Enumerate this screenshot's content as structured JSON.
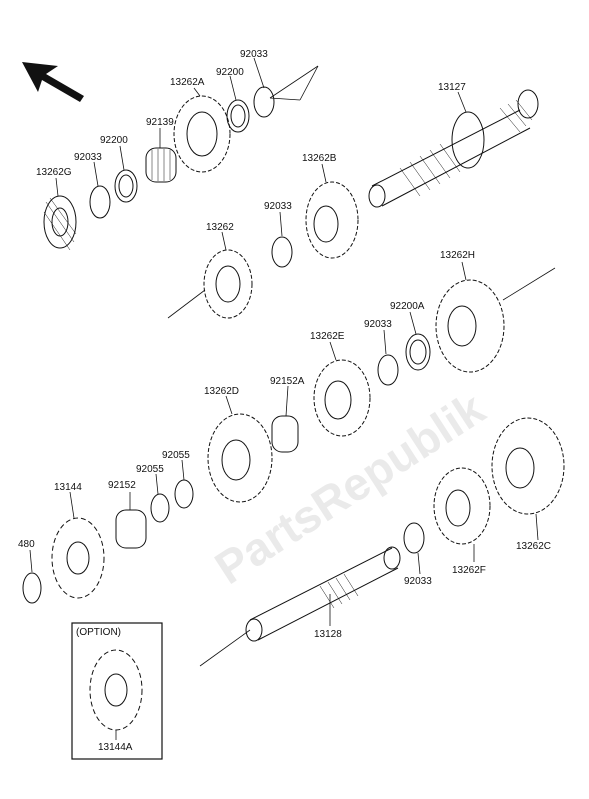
{
  "watermark": "PartsRepublik",
  "option_label": "(OPTION)",
  "labels": {
    "p92033_a": "92033",
    "p13262A": "13262A",
    "p92200_a": "92200",
    "p92139": "92139",
    "p92200_b": "92200",
    "p92033_b": "92033",
    "p13262G": "13262G",
    "p13127": "13127",
    "p13262B": "13262B",
    "p92033_c": "92033",
    "p13262": "13262",
    "p13262H": "13262H",
    "p92200A": "92200A",
    "p92033_d": "92033",
    "p13262E": "13262E",
    "p92152A": "92152A",
    "p13262D": "13262D",
    "p92055_a": "92055",
    "p92055_b": "92055",
    "p92152": "92152",
    "p13144": "13144",
    "p480": "480",
    "p13128": "13128",
    "p92033_e": "92033",
    "p13262F": "13262F",
    "p13262C": "13262C",
    "p13144A": "13144A"
  },
  "icons": [
    "direction-arrow-icon"
  ]
}
